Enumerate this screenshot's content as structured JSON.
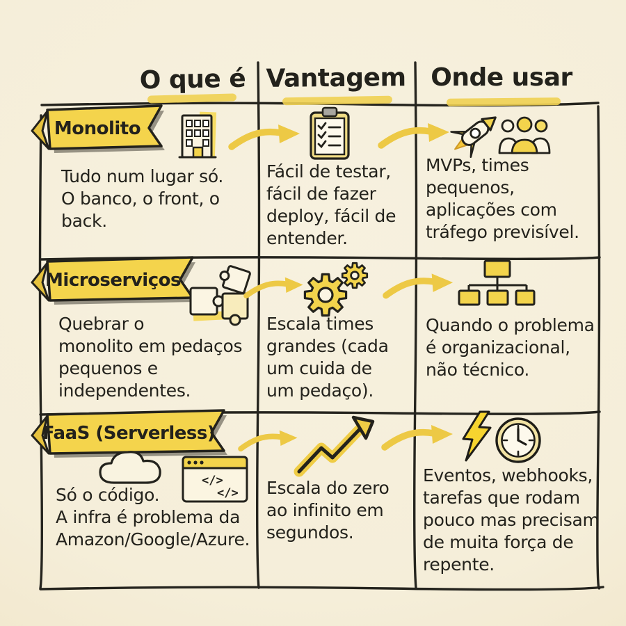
{
  "palette": {
    "background": "#f5eed9",
    "ink": "#23221c",
    "banner_yellow": "#f4d44c",
    "arrow_yellow": "#edc945",
    "highlight": "#f0d052"
  },
  "header": {
    "col1": "O que é",
    "col2": "Vantagem",
    "col3": "Onde usar"
  },
  "rows": [
    {
      "banner": "Monolito",
      "what": "Tudo num lugar só.\nO banco, o front, o\nback.",
      "advantage": "Fácil de testar,\nfácil de fazer\ndeploy, fácil de\nentender.",
      "where": "MVPs, times\npequenos,\naplicações com\ntráfego previsível.",
      "icons": {
        "what": "building-icon",
        "advantage": "clipboard-checklist-icon",
        "where": [
          "rocket-icon",
          "team-icon"
        ]
      }
    },
    {
      "banner": "Microserviços",
      "what": "Quebrar o\nmonolito em pedaços\npequenos e\nindependentes.",
      "advantage": "Escala times\ngrandes (cada\num cuida de\num pedaço).",
      "where": "Quando o problema\né organizacional,\nnão técnico.",
      "icons": {
        "what": "puzzle-pieces-icon",
        "advantage": "gears-icon",
        "where": "org-chart-icon"
      }
    },
    {
      "banner": "FaaS (Serverless)",
      "what": "Só o código.\nA infra é problema da\nAmazon/Google/Azure.",
      "advantage": "Escala do zero\nao infinito em\nsegundos.",
      "where": "Eventos, webhooks,\ntarefas que rodam\npouco mas precisam\nde muita força de\nrepente.",
      "code_glyphs": [
        "</>",
        "</>"
      ],
      "icons": {
        "what": [
          "cloud-icon",
          "code-window-icon"
        ],
        "advantage": "growth-arrow-icon",
        "where": [
          "lightning-icon",
          "clock-icon"
        ]
      }
    }
  ]
}
